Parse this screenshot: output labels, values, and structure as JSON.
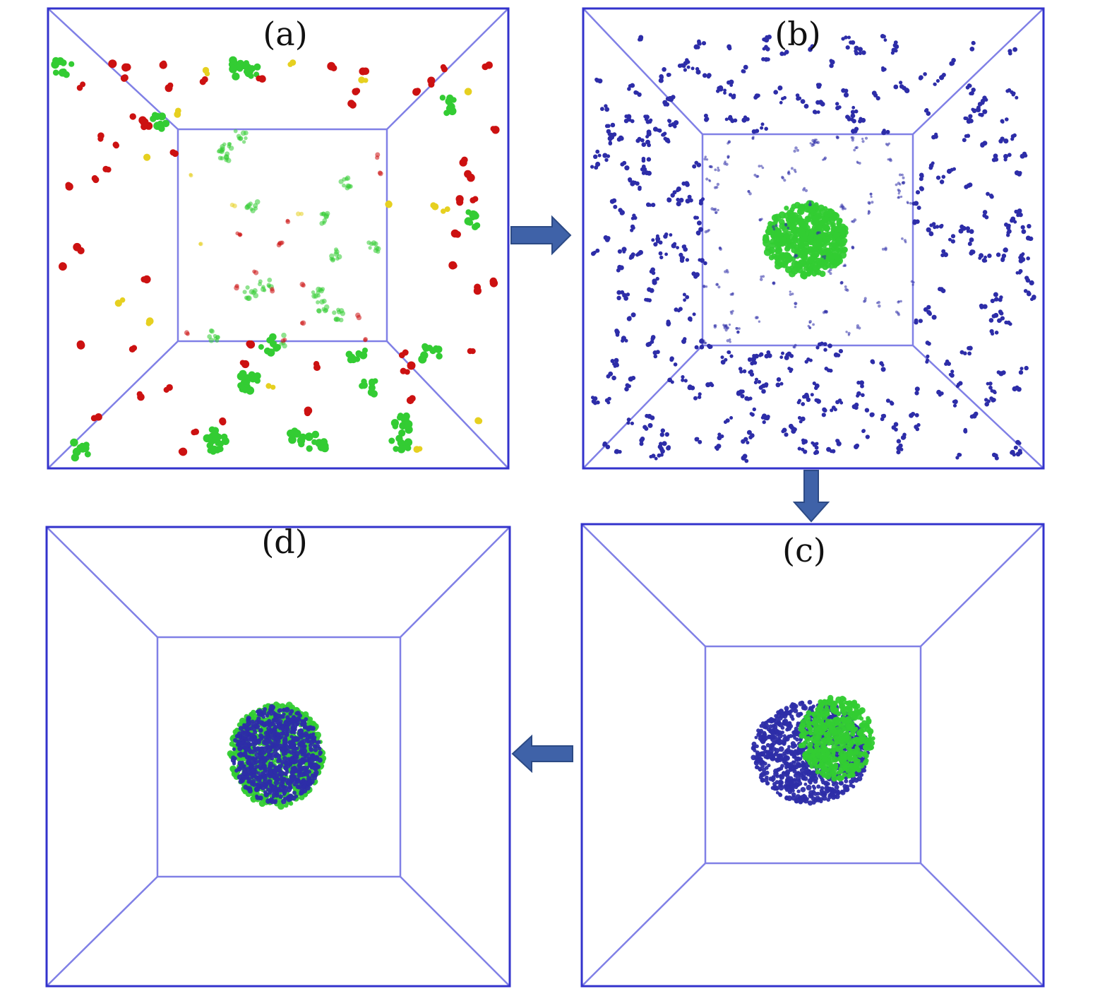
{
  "panels": {
    "a": {
      "label": "(a)",
      "particles": [
        "green",
        "red",
        "yellow"
      ]
    },
    "b": {
      "label": "(b)",
      "particles": [
        "blue",
        "green"
      ]
    },
    "c": {
      "label": "(c)",
      "particles": [
        "blue",
        "green"
      ]
    },
    "d": {
      "label": "(d)",
      "particles": [
        "blue",
        "green"
      ]
    }
  },
  "flow": [
    "a",
    "b",
    "c",
    "d"
  ],
  "arrows": [
    {
      "from": "a",
      "to": "b",
      "direction": "right"
    },
    {
      "from": "b",
      "to": "c",
      "direction": "down"
    },
    {
      "from": "c",
      "to": "d",
      "direction": "left"
    }
  ],
  "colors": {
    "box_outer": "#3333cc",
    "box_inner": "#8080e6",
    "arrow_fill": "#3f62a8",
    "arrow_stroke": "#2c4a85",
    "particle_green": "#33cc33",
    "particle_red": "#cc1111",
    "particle_yellow": "#e6d020",
    "particle_blue": "#2d2da8"
  }
}
